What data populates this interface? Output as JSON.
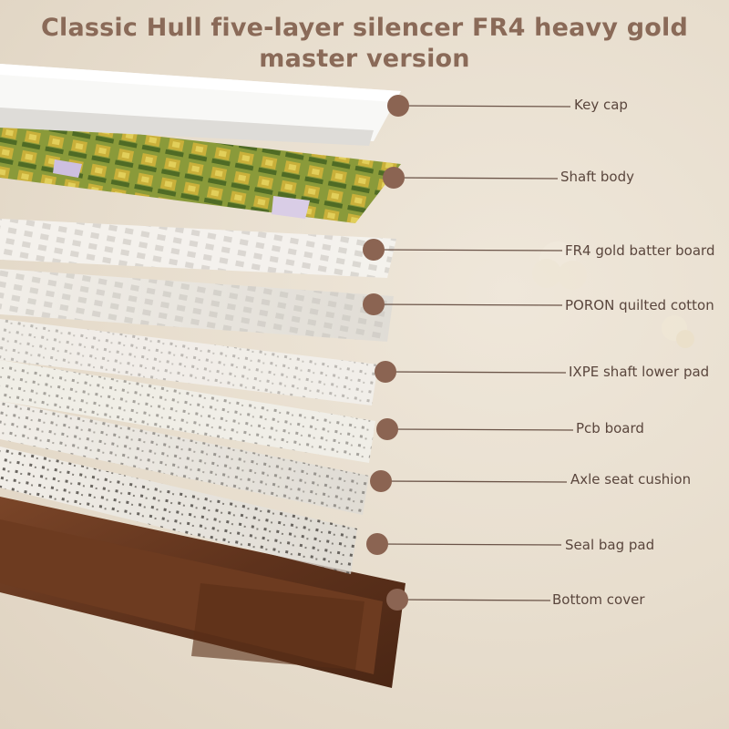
{
  "title": {
    "line1": "Classic Hull five-layer silencer FR4 heavy gold",
    "line2": "master version"
  },
  "colors": {
    "background": "#e9e0d2",
    "title": "#8a6a58",
    "marker": "#8b6452",
    "leader": "#6b5448",
    "wood": "#6a3a22"
  },
  "layers": [
    {
      "label": "Key cap"
    },
    {
      "label": "Shaft body"
    },
    {
      "label": "FR4 gold batter board"
    },
    {
      "label": "PORON quilted cotton"
    },
    {
      "label": "IXPE shaft lower pad"
    },
    {
      "label": "Pcb board"
    },
    {
      "label": "Axle seat cushion"
    },
    {
      "label": "Seal bag pad"
    },
    {
      "label": "Bottom cover"
    }
  ]
}
